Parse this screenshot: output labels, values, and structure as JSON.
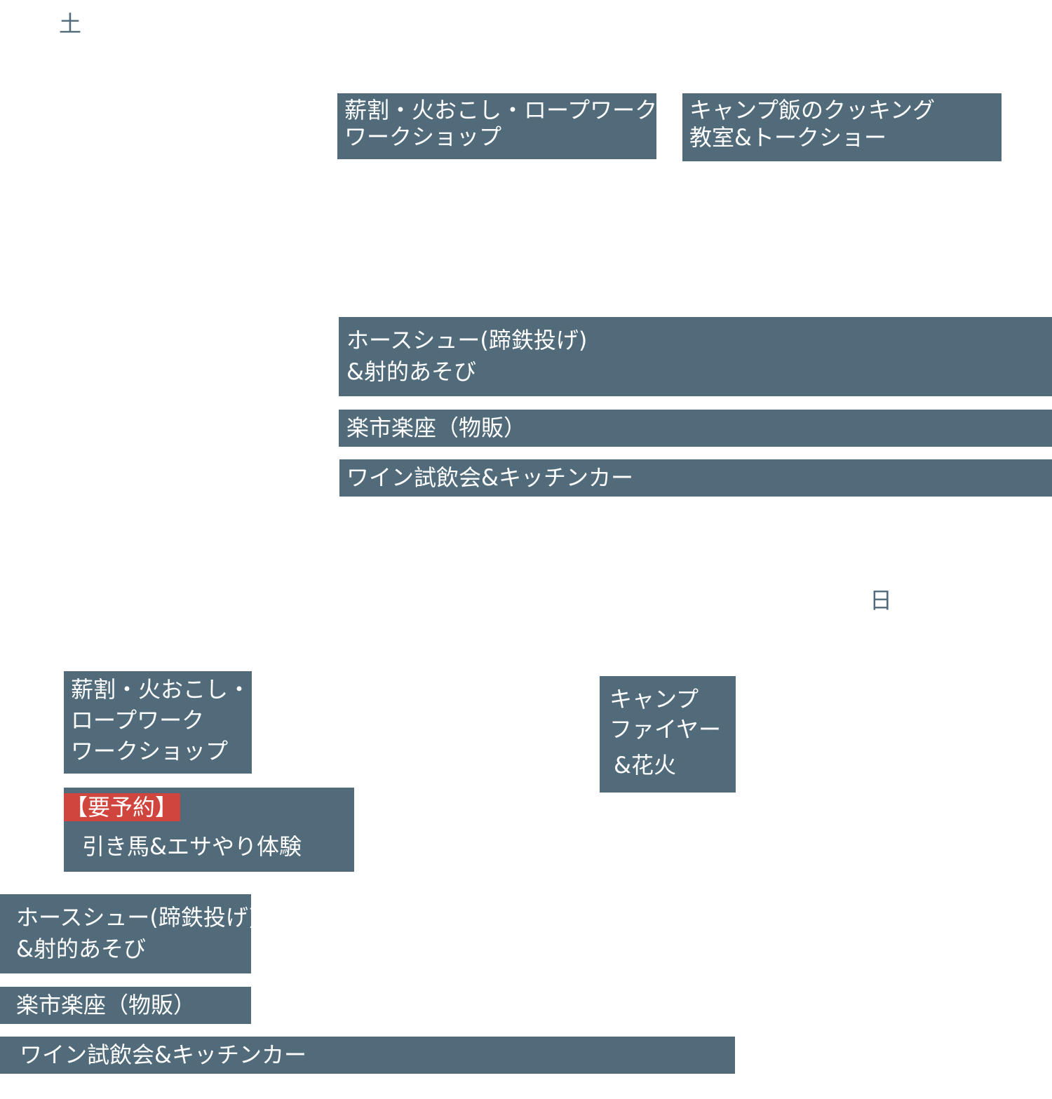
{
  "colors": {
    "block_bg": "#516b7a",
    "block_text": "#ffffff",
    "day_label": "#516b7a",
    "reservation_badge": "#d0453d"
  },
  "saturday": {
    "day_label": "土",
    "events": {
      "woodcraft": {
        "lines": [
          "薪割・火おこし・ロープワーク",
          "ワークショップ"
        ]
      },
      "camp_cooking": {
        "lines": [
          "キャンプ飯のクッキング",
          "教室&トークショー"
        ]
      },
      "horseshoe": {
        "lines": [
          "ホースシュー(蹄鉄投げ)",
          "&射的あそび"
        ]
      },
      "market": {
        "lines": [
          "楽市楽座（物販）"
        ]
      },
      "wine": {
        "lines": [
          "ワイン試飲会&キッチンカー"
        ]
      }
    }
  },
  "sunday": {
    "day_label": "日",
    "events": {
      "woodcraft": {
        "lines": [
          "薪割・火おこし・",
          "ロープワーク",
          "ワークショップ"
        ]
      },
      "campfire": {
        "lines": [
          "キャンプ",
          "ファイヤー",
          "&花火"
        ]
      },
      "horse_feeding": {
        "badge": "【要予約】",
        "lines": [
          "引き馬&エサやり体験"
        ]
      },
      "horseshoe": {
        "lines": [
          "ホースシュー(蹄鉄投げ)",
          "&射的あそび"
        ]
      },
      "market": {
        "lines": [
          "楽市楽座（物販）"
        ]
      },
      "wine": {
        "lines": [
          "ワイン試飲会&キッチンカー"
        ]
      }
    }
  }
}
